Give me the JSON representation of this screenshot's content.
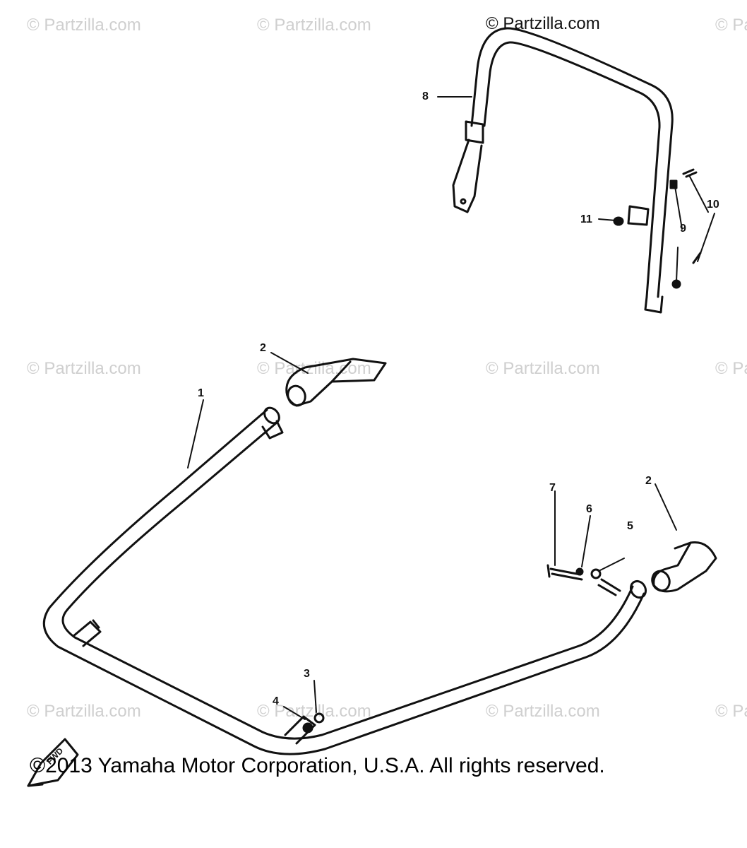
{
  "watermark": {
    "text": "© Partzilla.com",
    "text_top": "© Partzilla.com"
  },
  "callouts": {
    "c1": "1",
    "c2a": "2",
    "c2b": "2",
    "c3": "3",
    "c4": "4",
    "c5": "5",
    "c6": "6",
    "c7": "7",
    "c8": "8",
    "c9": "9",
    "c10": "10",
    "c11": "11"
  },
  "fwd_mark": "FWD",
  "copyright": "©2013 Yamaha Motor Corporation, U.S.A. All rights reserved.",
  "colors": {
    "line": "#111111",
    "watermark": "#cfcfcf",
    "background": "#ffffff"
  }
}
